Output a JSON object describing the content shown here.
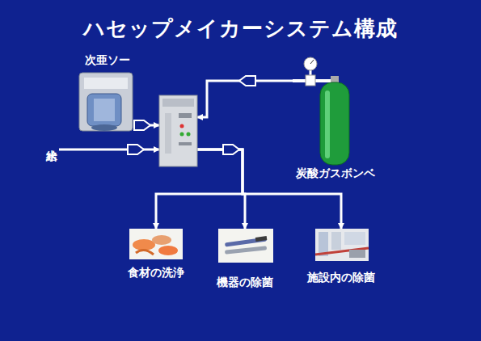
{
  "diagram": {
    "title": "ハセップメイカーシステム構成",
    "nodes": [
      {
        "text": [
          "次亜ソー"
        ]
      },
      {
        "text": []
      },
      {
        "text": [
          "炭酸ガスボンベ"
        ]
      },
      {
        "text": [
          "給水"
        ]
      },
      {
        "text": [
          "食材の洗浄"
        ]
      },
      {
        "text": [
          "機器の除菌"
        ]
      },
      {
        "text": [
          "施設内の除菌"
        ]
      }
    ],
    "edges": [
      {
        "from": 0,
        "to": 1,
        "arrow": "to"
      },
      {
        "from": 3,
        "to": 1,
        "arrow": "to"
      },
      {
        "from": 2,
        "to": 1,
        "arrow": "to"
      },
      {
        "from": 1,
        "to": 4,
        "arrow": "to"
      },
      {
        "from": 1,
        "to": 5,
        "arrow": "to"
      },
      {
        "from": 1,
        "to": 6,
        "arrow": "to"
      }
    ]
  }
}
